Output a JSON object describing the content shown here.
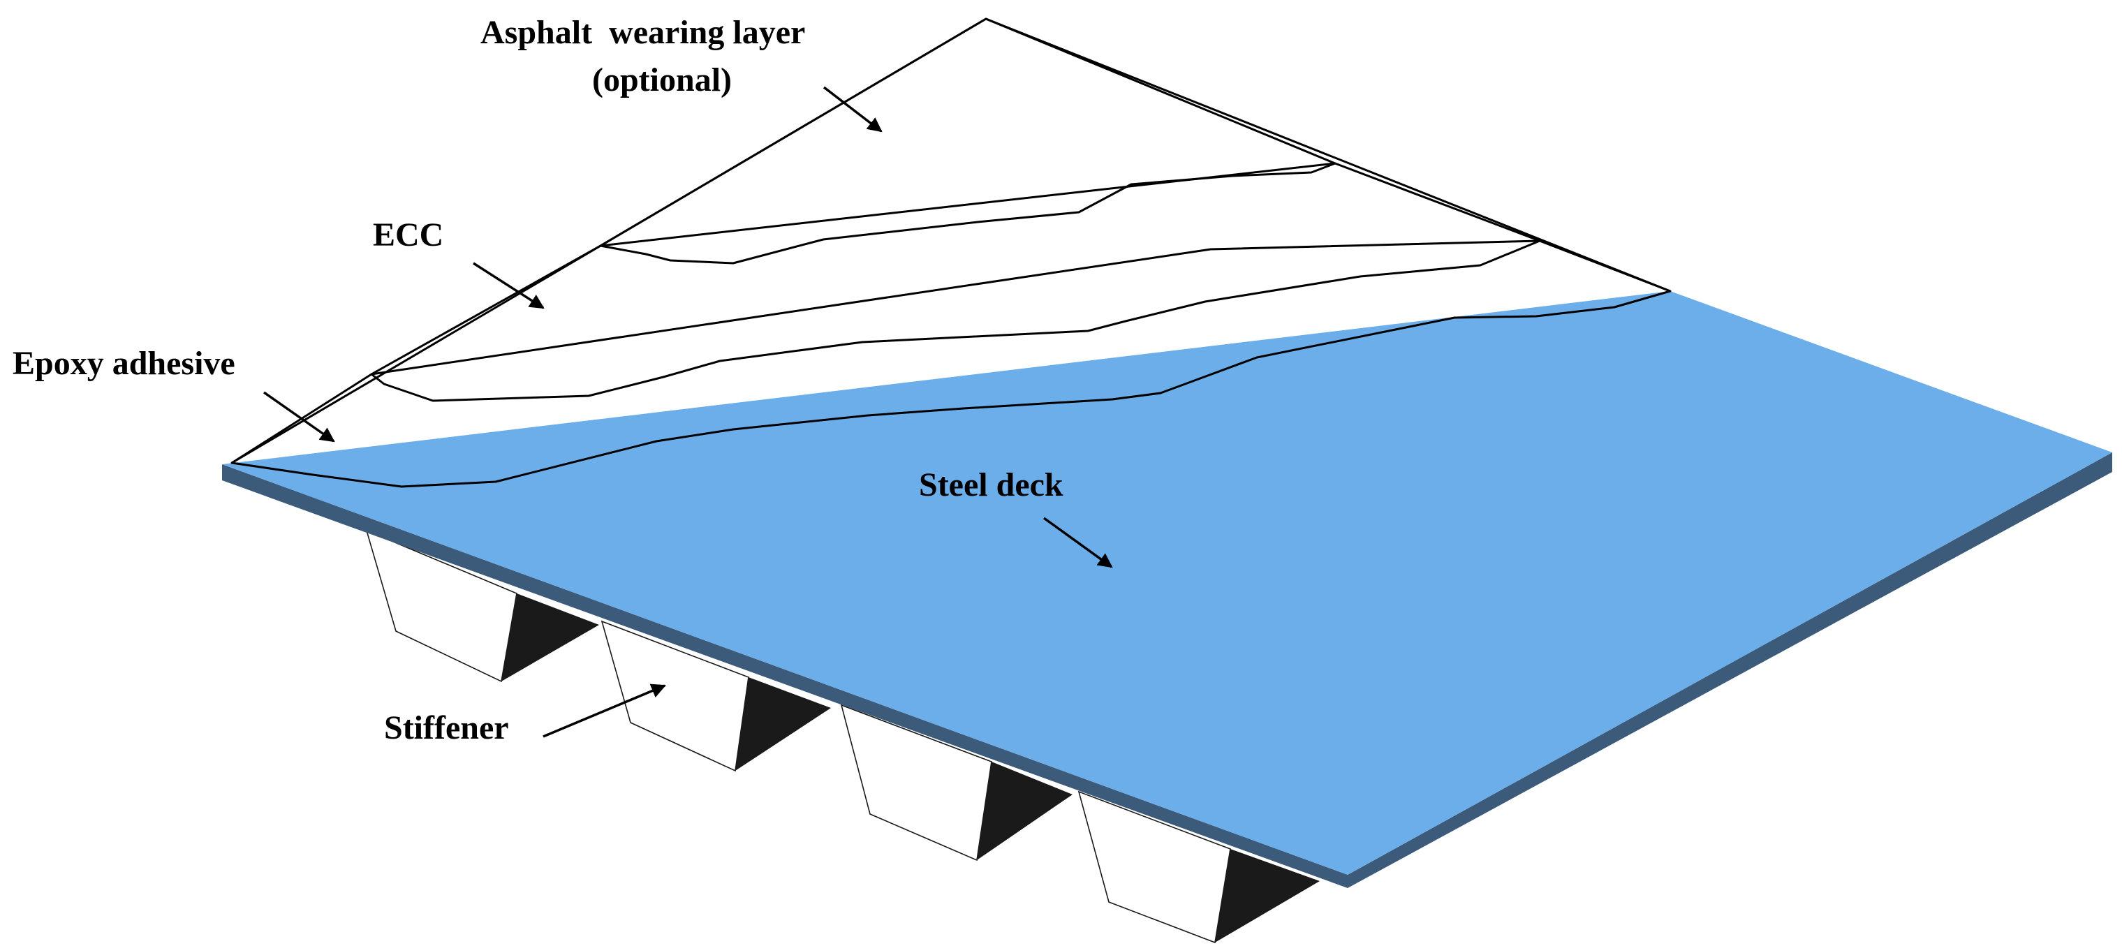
{
  "labels": {
    "asphalt_line1": "Asphalt  wearing layer",
    "asphalt_line2": "(optional)",
    "ecc": "ECC",
    "epoxy": "Epoxy adhesive",
    "steel_deck": "Steel deck",
    "stiffener": "Stiffener"
  },
  "colors": {
    "asphalt": "#5a5a5a",
    "ecc": "#a5a5a5",
    "epoxy": "#f4b184",
    "steel_top": "#6caee9",
    "steel_edge": "#3c5b7b",
    "stiffener_dark": "#1a1a1a",
    "stiffener_light": "#ffffff"
  }
}
